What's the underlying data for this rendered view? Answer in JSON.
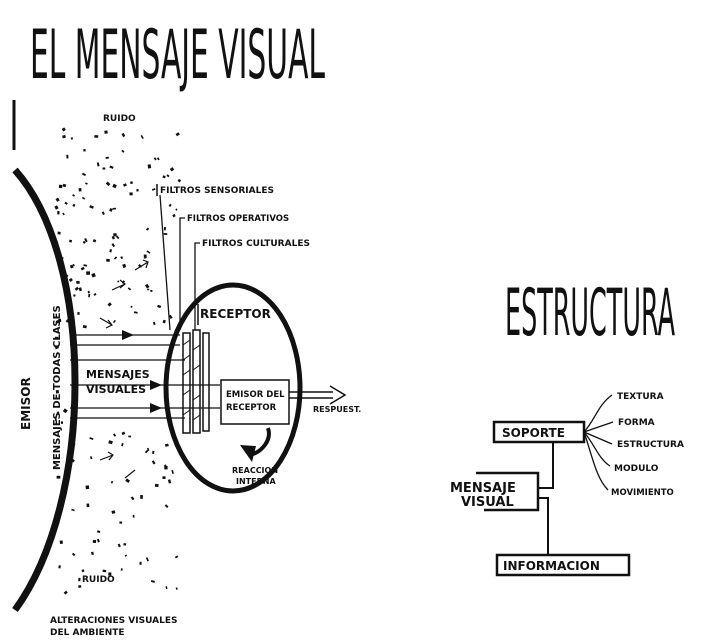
{
  "main_title": "EL MENSAJE VISUAL",
  "structure_title": "ESTRUCTURA",
  "left_diagram": {
    "emisor": "EMISOR",
    "mensajes_todas": "MENSAJES DE TODAS CLASES",
    "ruido_top": "RUIDO",
    "ruido_bottom": "RUIDO",
    "filtros_sensoriales": "FILTROS SENSORIALES",
    "filtros_operativos": "FILTROS OPERATIVOS",
    "filtros_culturales": "FILTROS CULTURALES",
    "receptor": "RECEPTOR",
    "mensajes_visuales_1": "MENSAJES",
    "mensajes_visuales_2": "VISUALES",
    "emisor_receptor_1": "EMISOR DEL",
    "emisor_receptor_2": "RECEPTOR",
    "respuesta": "RESPUEST.",
    "reaccion_1": "REACCION",
    "reaccion_2": "INTERNA",
    "alteraciones_1": "ALTERACIONES VISUALES",
    "alteraciones_2": "DEL AMBIENTE"
  },
  "right_diagram": {
    "soporte": "SOPORTE",
    "mensaje_1": "MENSAJE",
    "mensaje_2": "VISUAL",
    "informacion": "INFORMACION",
    "properties": [
      "TEXTURA",
      "FORMA",
      "ESTRUCTURA",
      "MODULO",
      "MOVIMIENTO"
    ]
  },
  "colors": {
    "ink": "#111111",
    "paper": "#ffffff"
  }
}
